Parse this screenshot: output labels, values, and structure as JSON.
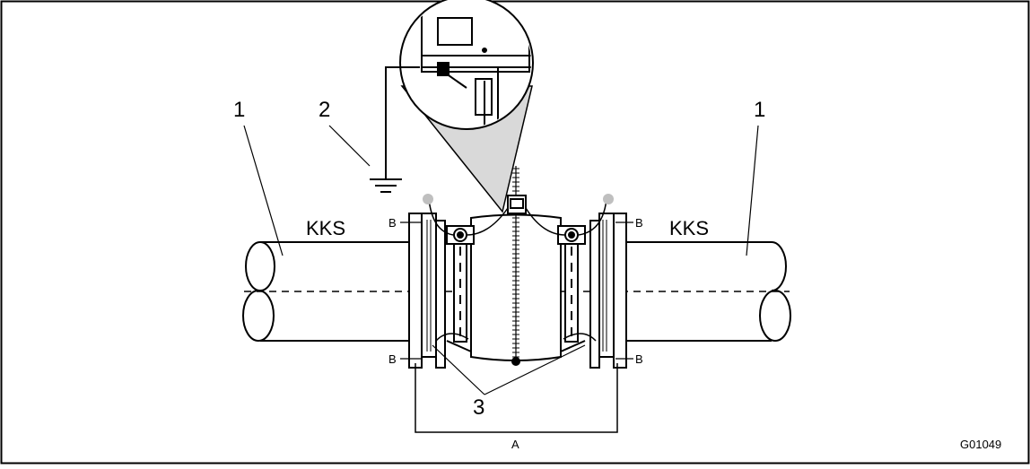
{
  "labels": {
    "pipe_left_number": "1",
    "pipe_right_number": "1",
    "ground_number": "2",
    "grounding_number": "3",
    "kks_left": "KKS",
    "kks_right": "KKS",
    "b_top_left": "B",
    "b_top_right": "B",
    "b_bottom_left": "B",
    "b_bottom_right": "B",
    "dimension_a": "A",
    "figure_code": "G01049"
  },
  "colors": {
    "line": "#000000",
    "magnifier_fill": "#d9d9d9",
    "terminal_grey": "#bfbfbf",
    "background": "#ffffff"
  }
}
